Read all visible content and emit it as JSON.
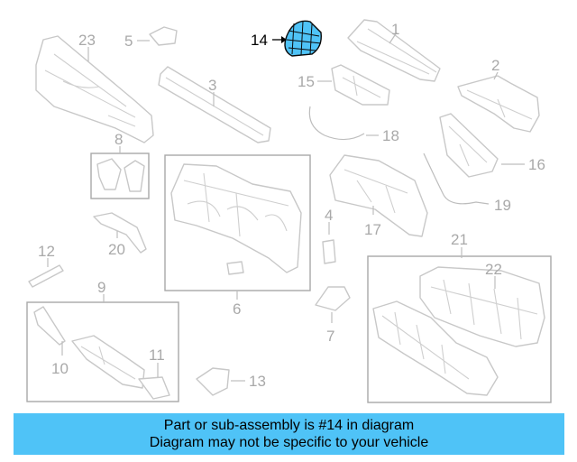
{
  "diagram": {
    "highlight_color": "#4fc3f7",
    "part_color": "#c8c8c8",
    "callouts": [
      "23",
      "5",
      "14",
      "1",
      "15",
      "2",
      "3",
      "18",
      "8",
      "16",
      "17",
      "19",
      "4",
      "20",
      "12",
      "21",
      "22",
      "9",
      "6",
      "7",
      "10",
      "11",
      "13"
    ],
    "highlighted_part": "14"
  },
  "banner": {
    "background": "#4fc3f7",
    "line1": "Part or sub-assembly is #14 in diagram",
    "line2": "Diagram may not be specific to your vehicle"
  }
}
